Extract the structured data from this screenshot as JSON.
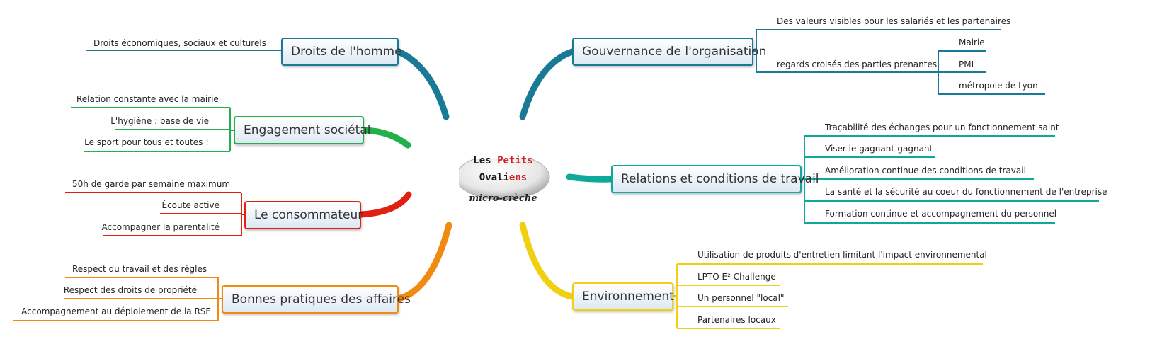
{
  "center": {
    "line1": [
      "Les",
      "Petits"
    ],
    "line2": "Ovaliens",
    "subtitle": "micro-crèche",
    "colors": {
      "black": "#1a1a1a",
      "red": "#d02020"
    }
  },
  "branches": [
    {
      "id": "droits",
      "label": "Droits de l'homme",
      "color": "#1a7a96",
      "children": [
        "Droits économiques, sociaux et culturels"
      ]
    },
    {
      "id": "engagement",
      "label": "Engagement sociétal",
      "color": "#22b04a",
      "children": [
        "Relation constante avec la mairie",
        "L'hygiène : base de vie",
        "Le sport pour tous et toutes !"
      ]
    },
    {
      "id": "consommateur",
      "label": "Le consommateur",
      "color": "#e02010",
      "children": [
        "50h de garde par semaine maximum",
        "Écoute active",
        "Accompagner la parentalité"
      ]
    },
    {
      "id": "pratiques",
      "label": "Bonnes pratiques des affaires",
      "color": "#f08a10",
      "children": [
        "Respect du travail et des règles",
        "Respect des droits de propriété",
        "Accompagnement au déploiement de la RSE"
      ]
    },
    {
      "id": "gouvernance",
      "label": "Gouvernance de l'organisation",
      "color": "#1a7a96",
      "children": [
        "Des valeurs visibles pour les salariés et les partenaires",
        "regards croisés des parties prenantes"
      ],
      "subchildren": [
        "Mairie",
        "PMI",
        "métropole de Lyon"
      ]
    },
    {
      "id": "relations",
      "label": "Relations et conditions de travail",
      "color": "#10a89a",
      "children": [
        "Traçabilité des échanges pour un fonctionnement saint",
        "Viser le gagnant-gagnant",
        "Amélioration continue des conditions de travail",
        "La santé et la sécurité au coeur du fonctionnement de l'entreprise",
        "Formation continue et accompagnement du personnel"
      ]
    },
    {
      "id": "environnement",
      "label": "Environnement",
      "color": "#f0d010",
      "children": [
        "Utilisation de produits d'entretien limitant l'impact environnemental",
        "LPTO E² Challenge",
        "Un personnel \"local\"",
        "Partenaires locaux"
      ]
    }
  ]
}
